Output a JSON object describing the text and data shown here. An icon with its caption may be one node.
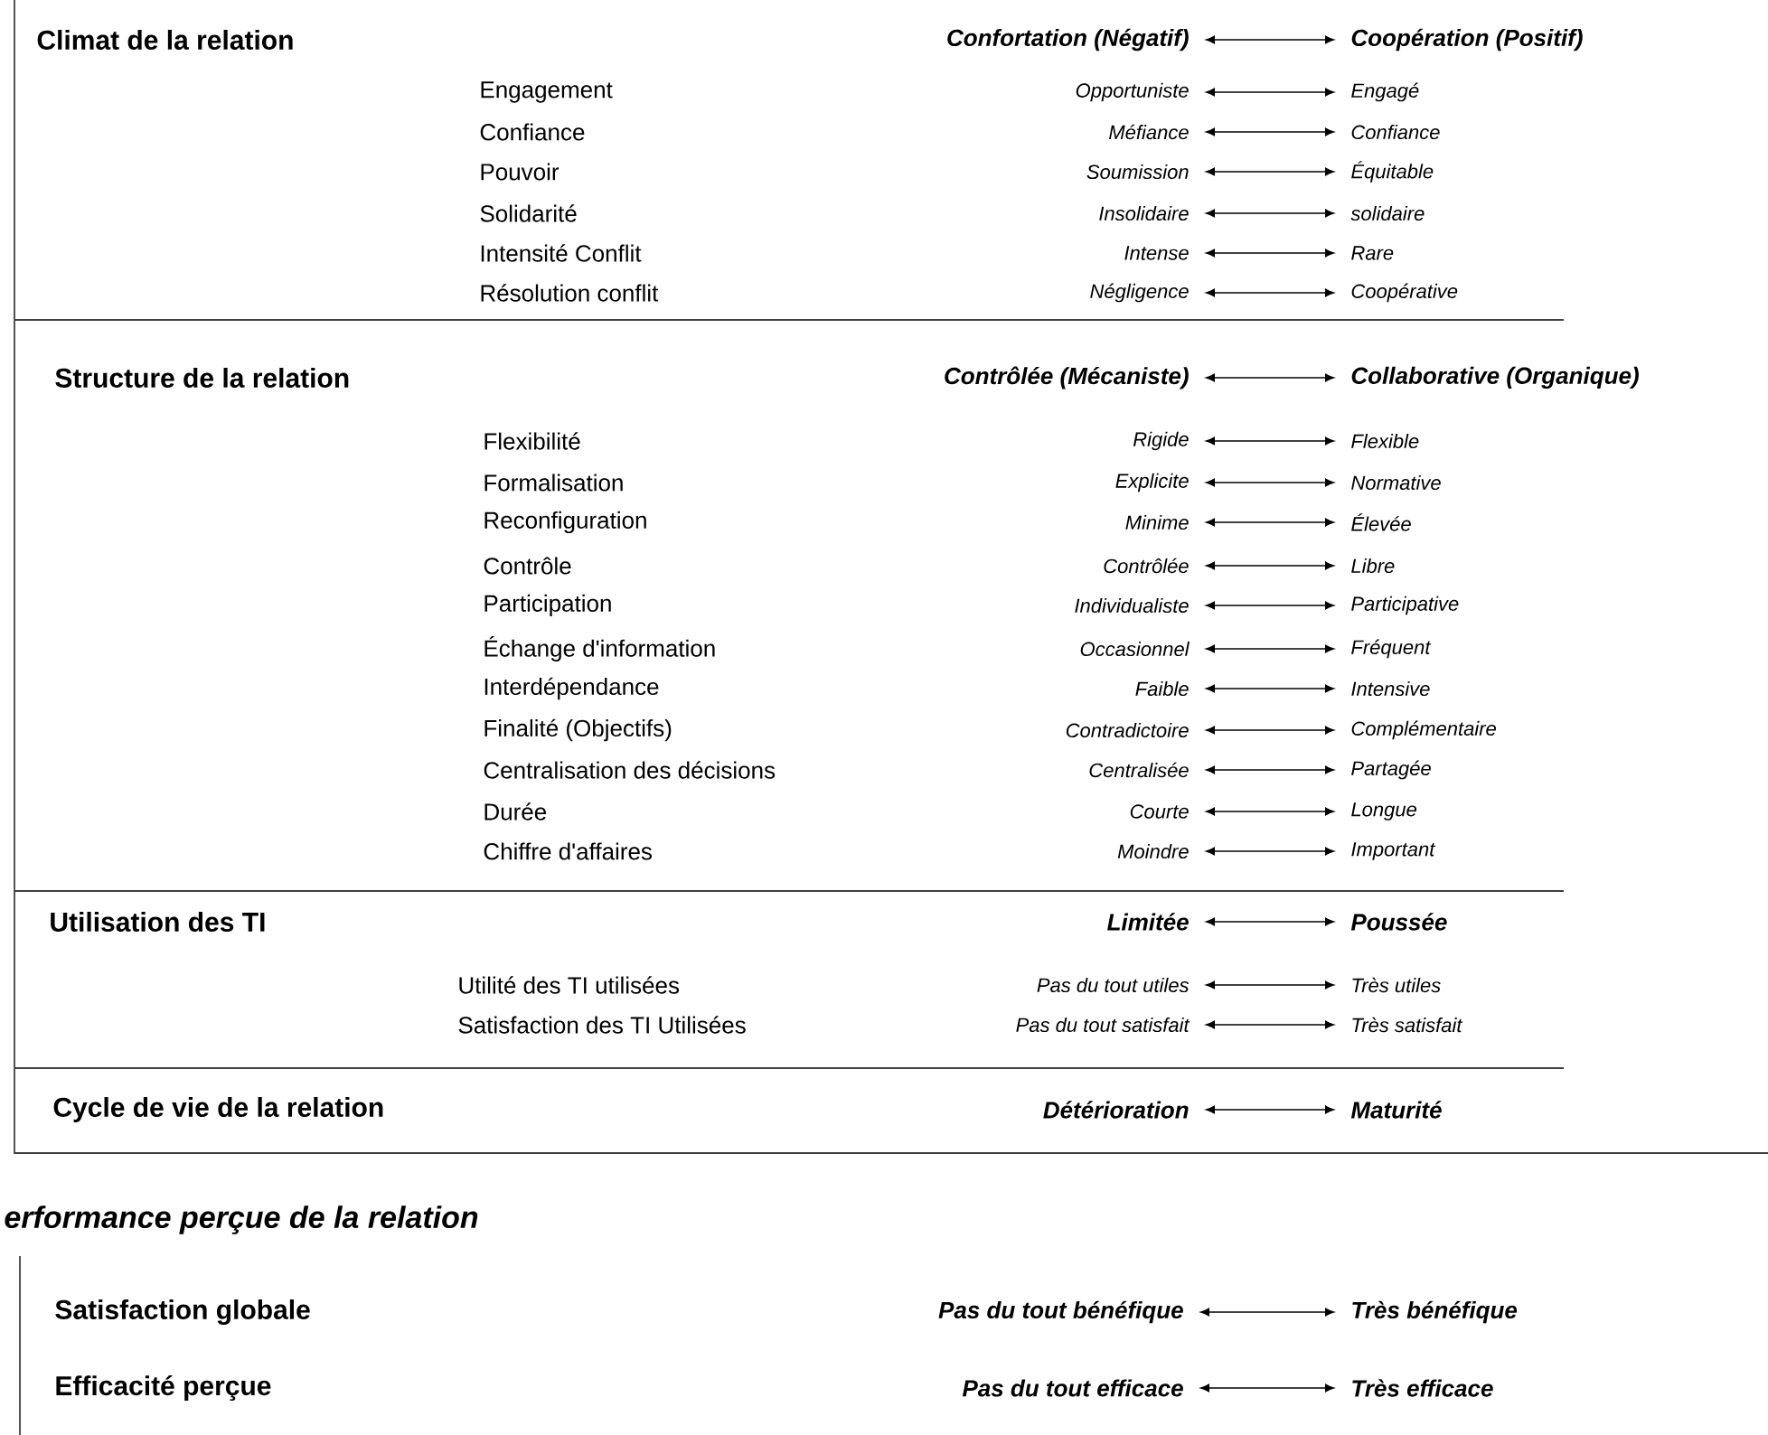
{
  "diagram": {
    "nodes": [
      {
        "text": [
          "Confortation (Négatif)"
        ]
      },
      {
        "text": [
          "Coopération (Positif)"
        ]
      },
      {
        "text": [
          "Opportuniste"
        ]
      },
      {
        "text": [
          "Engagé"
        ]
      },
      {
        "text": [
          "Méfiance"
        ]
      },
      {
        "text": [
          "Confiance"
        ]
      },
      {
        "text": [
          "Soumission"
        ]
      },
      {
        "text": [
          "Équitable"
        ]
      },
      {
        "text": [
          "Insolidaire"
        ]
      },
      {
        "text": [
          "solidaire"
        ]
      },
      {
        "text": [
          "Intense"
        ]
      },
      {
        "text": [
          "Rare"
        ]
      },
      {
        "text": [
          "Négligence"
        ]
      },
      {
        "text": [
          "Coopérative"
        ]
      },
      {
        "text": [
          "Contrôlée (Mécaniste)"
        ]
      },
      {
        "text": [
          "Collaborative (Organique)"
        ]
      },
      {
        "text": [
          "Rigide"
        ]
      },
      {
        "text": [
          "Flexible"
        ]
      },
      {
        "text": [
          "Explicite"
        ]
      },
      {
        "text": [
          "Normative"
        ]
      },
      {
        "text": [
          "Minime"
        ]
      },
      {
        "text": [
          "Élevée"
        ]
      },
      {
        "text": [
          "Contrôlée"
        ]
      },
      {
        "text": [
          "Libre"
        ]
      },
      {
        "text": [
          "Individualiste"
        ]
      },
      {
        "text": [
          "Participative"
        ]
      },
      {
        "text": [
          "Occasionnel"
        ]
      },
      {
        "text": [
          "Fréquent"
        ]
      },
      {
        "text": [
          "Faible"
        ]
      },
      {
        "text": [
          "Intensive"
        ]
      },
      {
        "text": [
          "Contradictoire"
        ]
      },
      {
        "text": [
          "Complémentaire"
        ]
      },
      {
        "text": [
          "Centralisée"
        ]
      },
      {
        "text": [
          "Partagée"
        ]
      },
      {
        "text": [
          "Courte"
        ]
      },
      {
        "text": [
          "Longue"
        ]
      },
      {
        "text": [
          "Moindre"
        ]
      },
      {
        "text": [
          "Important"
        ]
      },
      {
        "text": [
          "Limitée"
        ]
      },
      {
        "text": [
          "Poussée"
        ]
      },
      {
        "text": [
          "Pas du tout utiles"
        ]
      },
      {
        "text": [
          "Très utiles"
        ]
      },
      {
        "text": [
          "Pas du tout satisfait"
        ]
      },
      {
        "text": [
          "Très satisfait"
        ]
      },
      {
        "text": [
          "Détérioration"
        ]
      },
      {
        "text": [
          "Maturité"
        ]
      },
      {
        "text": [
          "Pas du tout bénéfique"
        ]
      },
      {
        "text": [
          "Très bénéfique"
        ]
      },
      {
        "text": [
          "Pas du tout efficace"
        ]
      },
      {
        "text": [
          "Très efficace"
        ]
      }
    ],
    "edges": [
      {
        "from": 0,
        "to": 1,
        "arrow": "both"
      },
      {
        "from": 2,
        "to": 3,
        "arrow": "both"
      },
      {
        "from": 4,
        "to": 5,
        "arrow": "both"
      },
      {
        "from": 6,
        "to": 7,
        "arrow": "both"
      },
      {
        "from": 8,
        "to": 9,
        "arrow": "both"
      },
      {
        "from": 10,
        "to": 11,
        "arrow": "both"
      },
      {
        "from": 12,
        "to": 13,
        "arrow": "both"
      },
      {
        "from": 14,
        "to": 15,
        "arrow": "both"
      },
      {
        "from": 16,
        "to": 17,
        "arrow": "both"
      },
      {
        "from": 18,
        "to": 19,
        "arrow": "both"
      },
      {
        "from": 20,
        "to": 21,
        "arrow": "both"
      },
      {
        "from": 22,
        "to": 23,
        "arrow": "both"
      },
      {
        "from": 24,
        "to": 25,
        "arrow": "both"
      },
      {
        "from": 26,
        "to": 27,
        "arrow": "both"
      },
      {
        "from": 28,
        "to": 29,
        "arrow": "both"
      },
      {
        "from": 30,
        "to": 31,
        "arrow": "both"
      },
      {
        "from": 32,
        "to": 33,
        "arrow": "both"
      },
      {
        "from": 34,
        "to": 35,
        "arrow": "both"
      },
      {
        "from": 36,
        "to": 37,
        "arrow": "both"
      },
      {
        "from": 38,
        "to": 39,
        "arrow": "both"
      },
      {
        "from": 40,
        "to": 41,
        "arrow": "both"
      },
      {
        "from": 42,
        "to": 43,
        "arrow": "both"
      },
      {
        "from": 44,
        "to": 45,
        "arrow": "both"
      },
      {
        "from": 46,
        "to": 47,
        "arrow": "both"
      },
      {
        "from": 48,
        "to": 49,
        "arrow": "both"
      }
    ],
    "labels": [
      "Climat de la relation",
      "Engagement",
      "Confiance",
      "Pouvoir",
      "Solidarité",
      "Intensité Conflit",
      "Résolution conflit",
      "Structure  de la relation",
      "Flexibilité",
      "Formalisation",
      "Reconfiguration",
      "Contrôle",
      "Participation",
      "Échange d'information",
      "Interdépendance",
      "Finalité (Objectifs)",
      "Centralisation des décisions",
      "Durée",
      "Chiffre d'affaires",
      "Utilisation des TI",
      "Utilité des TI utilisées",
      "Satisfaction des TI Utilisées",
      "Cycle de vie de la relation",
      "erformance perçue de la relation",
      "Satisfaction globale",
      "Efficacité perçue"
    ]
  }
}
